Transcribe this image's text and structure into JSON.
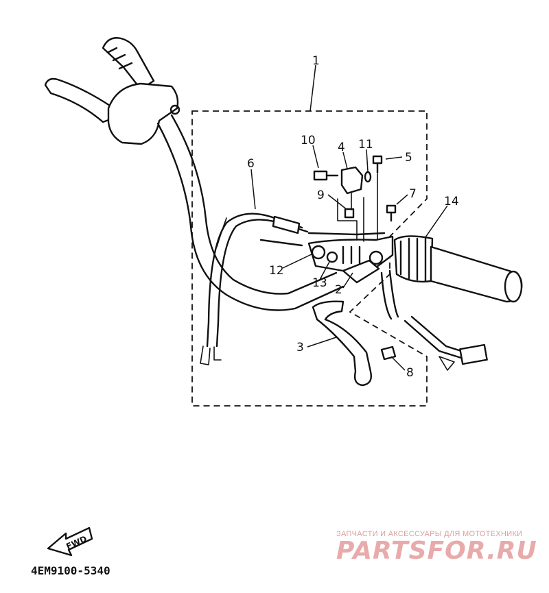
{
  "diagram": {
    "part_labels": [
      "1",
      "2",
      "3",
      "4",
      "5",
      "6",
      "7",
      "8",
      "9",
      "10",
      "11",
      "12",
      "13",
      "14"
    ],
    "direction_badge": "FWD",
    "figure_code": "4EM9100-5340"
  },
  "watermark": {
    "tagline": "ЗАПЧАСТИ И АКСЕССУАРЫ ДЛЯ МОТОТЕХНИКИ",
    "logo_text": "PARTSFOR.RU"
  }
}
